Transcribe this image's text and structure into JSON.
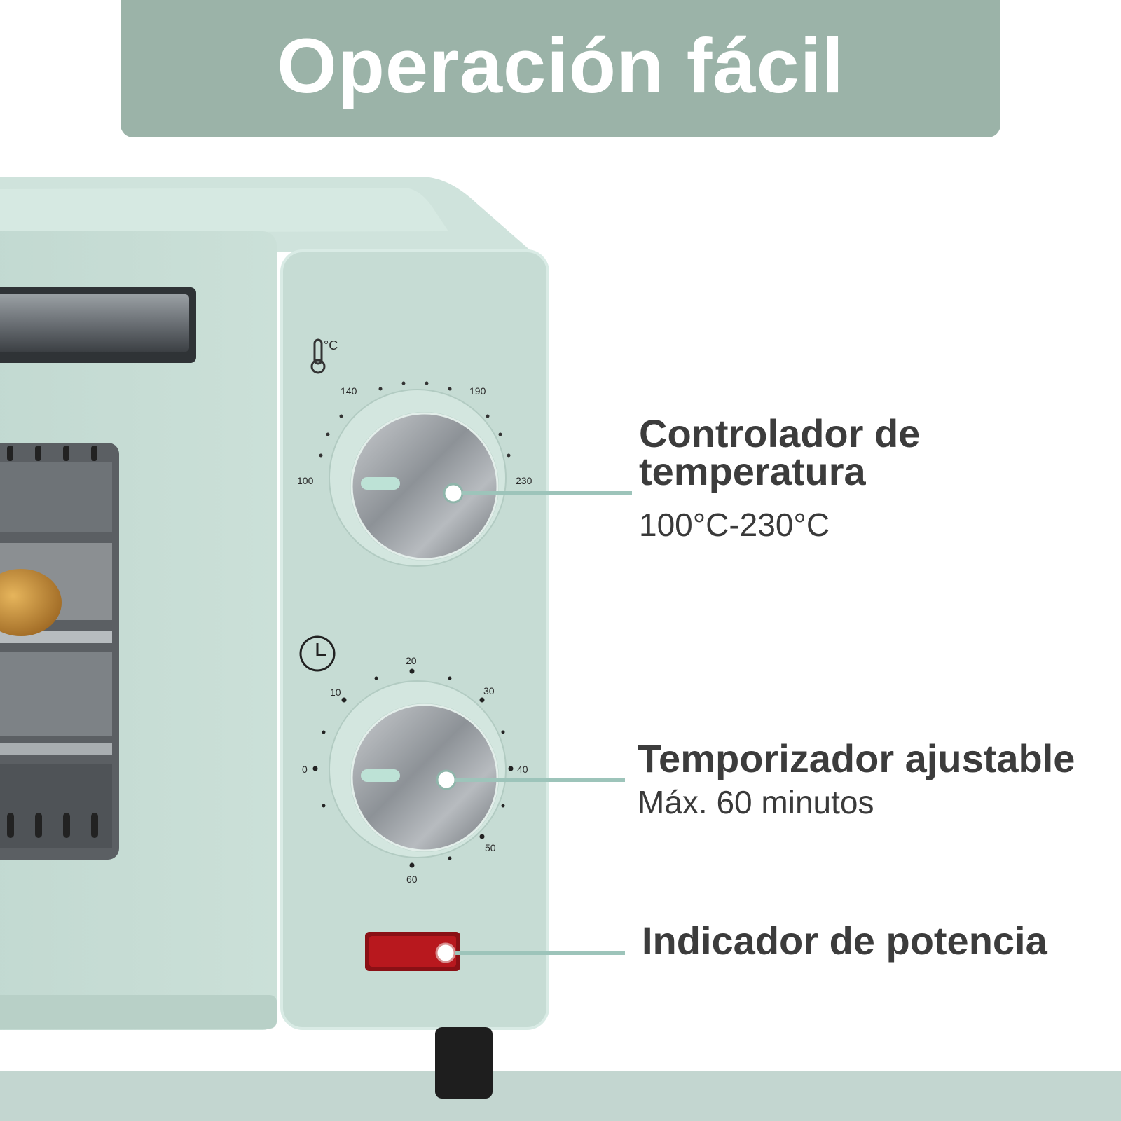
{
  "banner": {
    "title": "Operación fácil"
  },
  "temperature": {
    "unit_symbol": "°C",
    "title_line1": "Controlador de",
    "title_line2": "temperatura",
    "range": "100°C-230°C",
    "scale": {
      "t100": "100",
      "t140": "140",
      "t190": "190",
      "t230": "230"
    }
  },
  "timer": {
    "title": "Temporizador ajustable",
    "subtitle": "Máx. 60 minutos",
    "scale": {
      "t0": "0",
      "t10": "10",
      "t20": "20",
      "t30": "30",
      "t40": "40",
      "t50": "50",
      "t60": "60"
    }
  },
  "power": {
    "title": "Indicador de potencia"
  },
  "colors": {
    "banner": "#9bb3a8",
    "oven_body": "#c5dbd3",
    "connector": "#9dc4ba",
    "indicator": "#b8181e"
  }
}
